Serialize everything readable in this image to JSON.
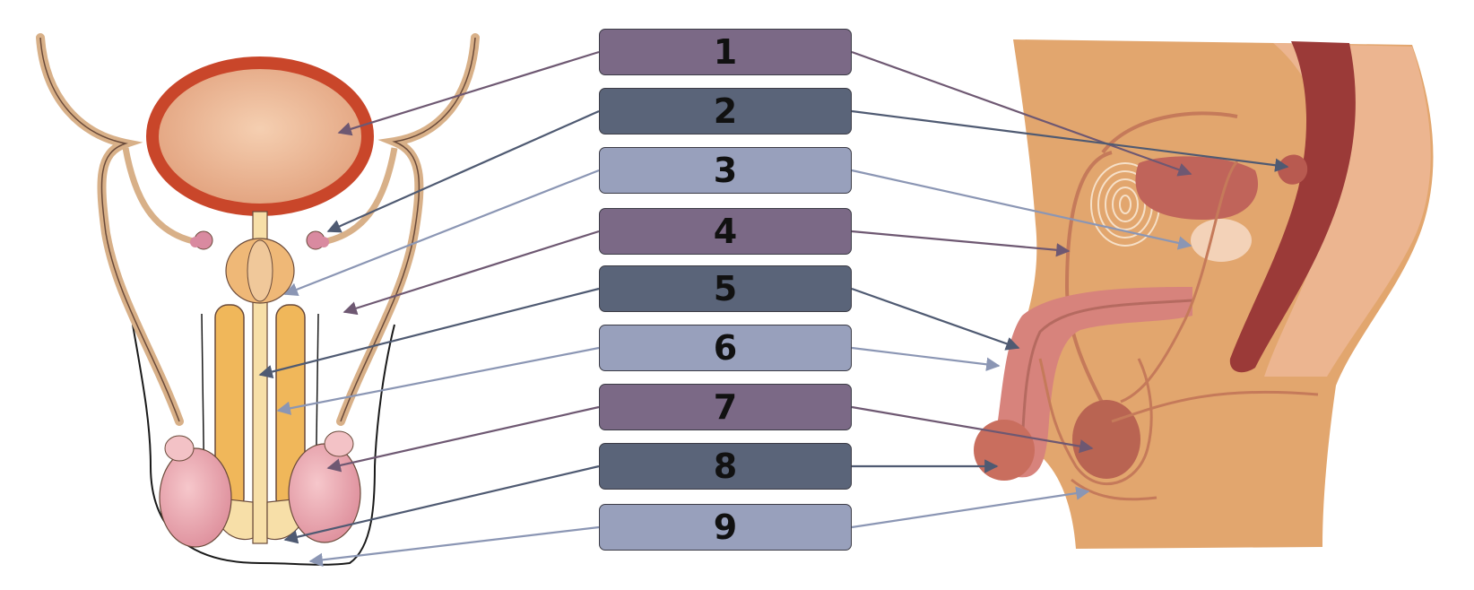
{
  "labels": [
    "1",
    "2",
    "3",
    "4",
    "5",
    "6",
    "7",
    "8",
    "9"
  ],
  "colors": {
    "mauve": "#7b6986",
    "slate": "#5a6479",
    "light": "#98a0bc",
    "bladder_wall": "#c9462a",
    "bladder_fill": "#e8b592",
    "skin": "#e2a66e",
    "rectum": "#9b3a38",
    "testis": "#e5a2a8",
    "erectile": "#f0b75a"
  }
}
